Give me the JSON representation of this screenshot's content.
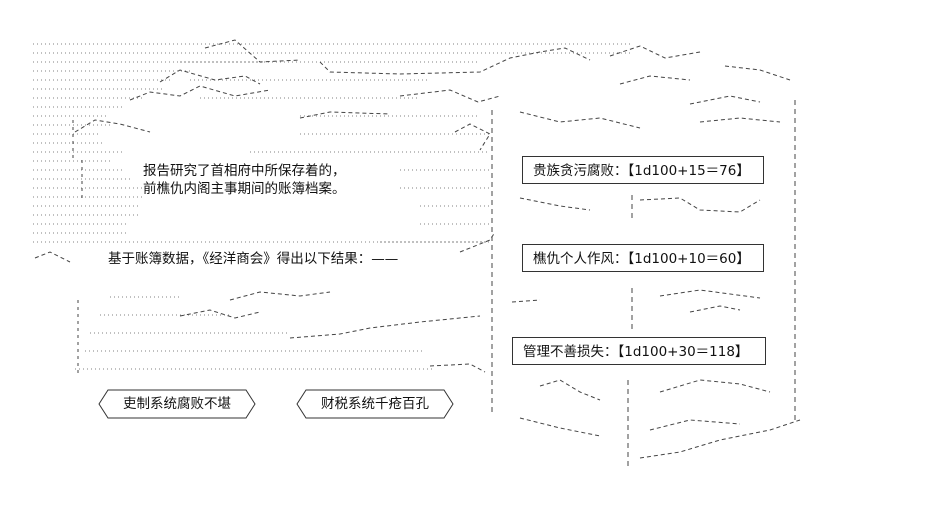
{
  "narration": {
    "line1": "报告研究了首相府中所保存着的，",
    "line2": "前樵仇内阁主事期间的账簿档案。",
    "line3": "基于账簿数据，《经洋商会》得出以下结果：——"
  },
  "findings": [
    {
      "label": "贵族贪污腐败：",
      "roll": "【1d100+15＝76】"
    },
    {
      "label": "樵仇个人作风：",
      "roll": "【1d100+10＝60】"
    },
    {
      "label": "管理不善损失：",
      "roll": "【1d100+30＝118】"
    }
  ],
  "conclusions": [
    {
      "text": "吏制系统腐败不堪"
    },
    {
      "text": "财税系统千疮百孔"
    }
  ],
  "colors": {
    "line": "#444444",
    "dots": "#9a9a9a",
    "text": "#111111"
  }
}
